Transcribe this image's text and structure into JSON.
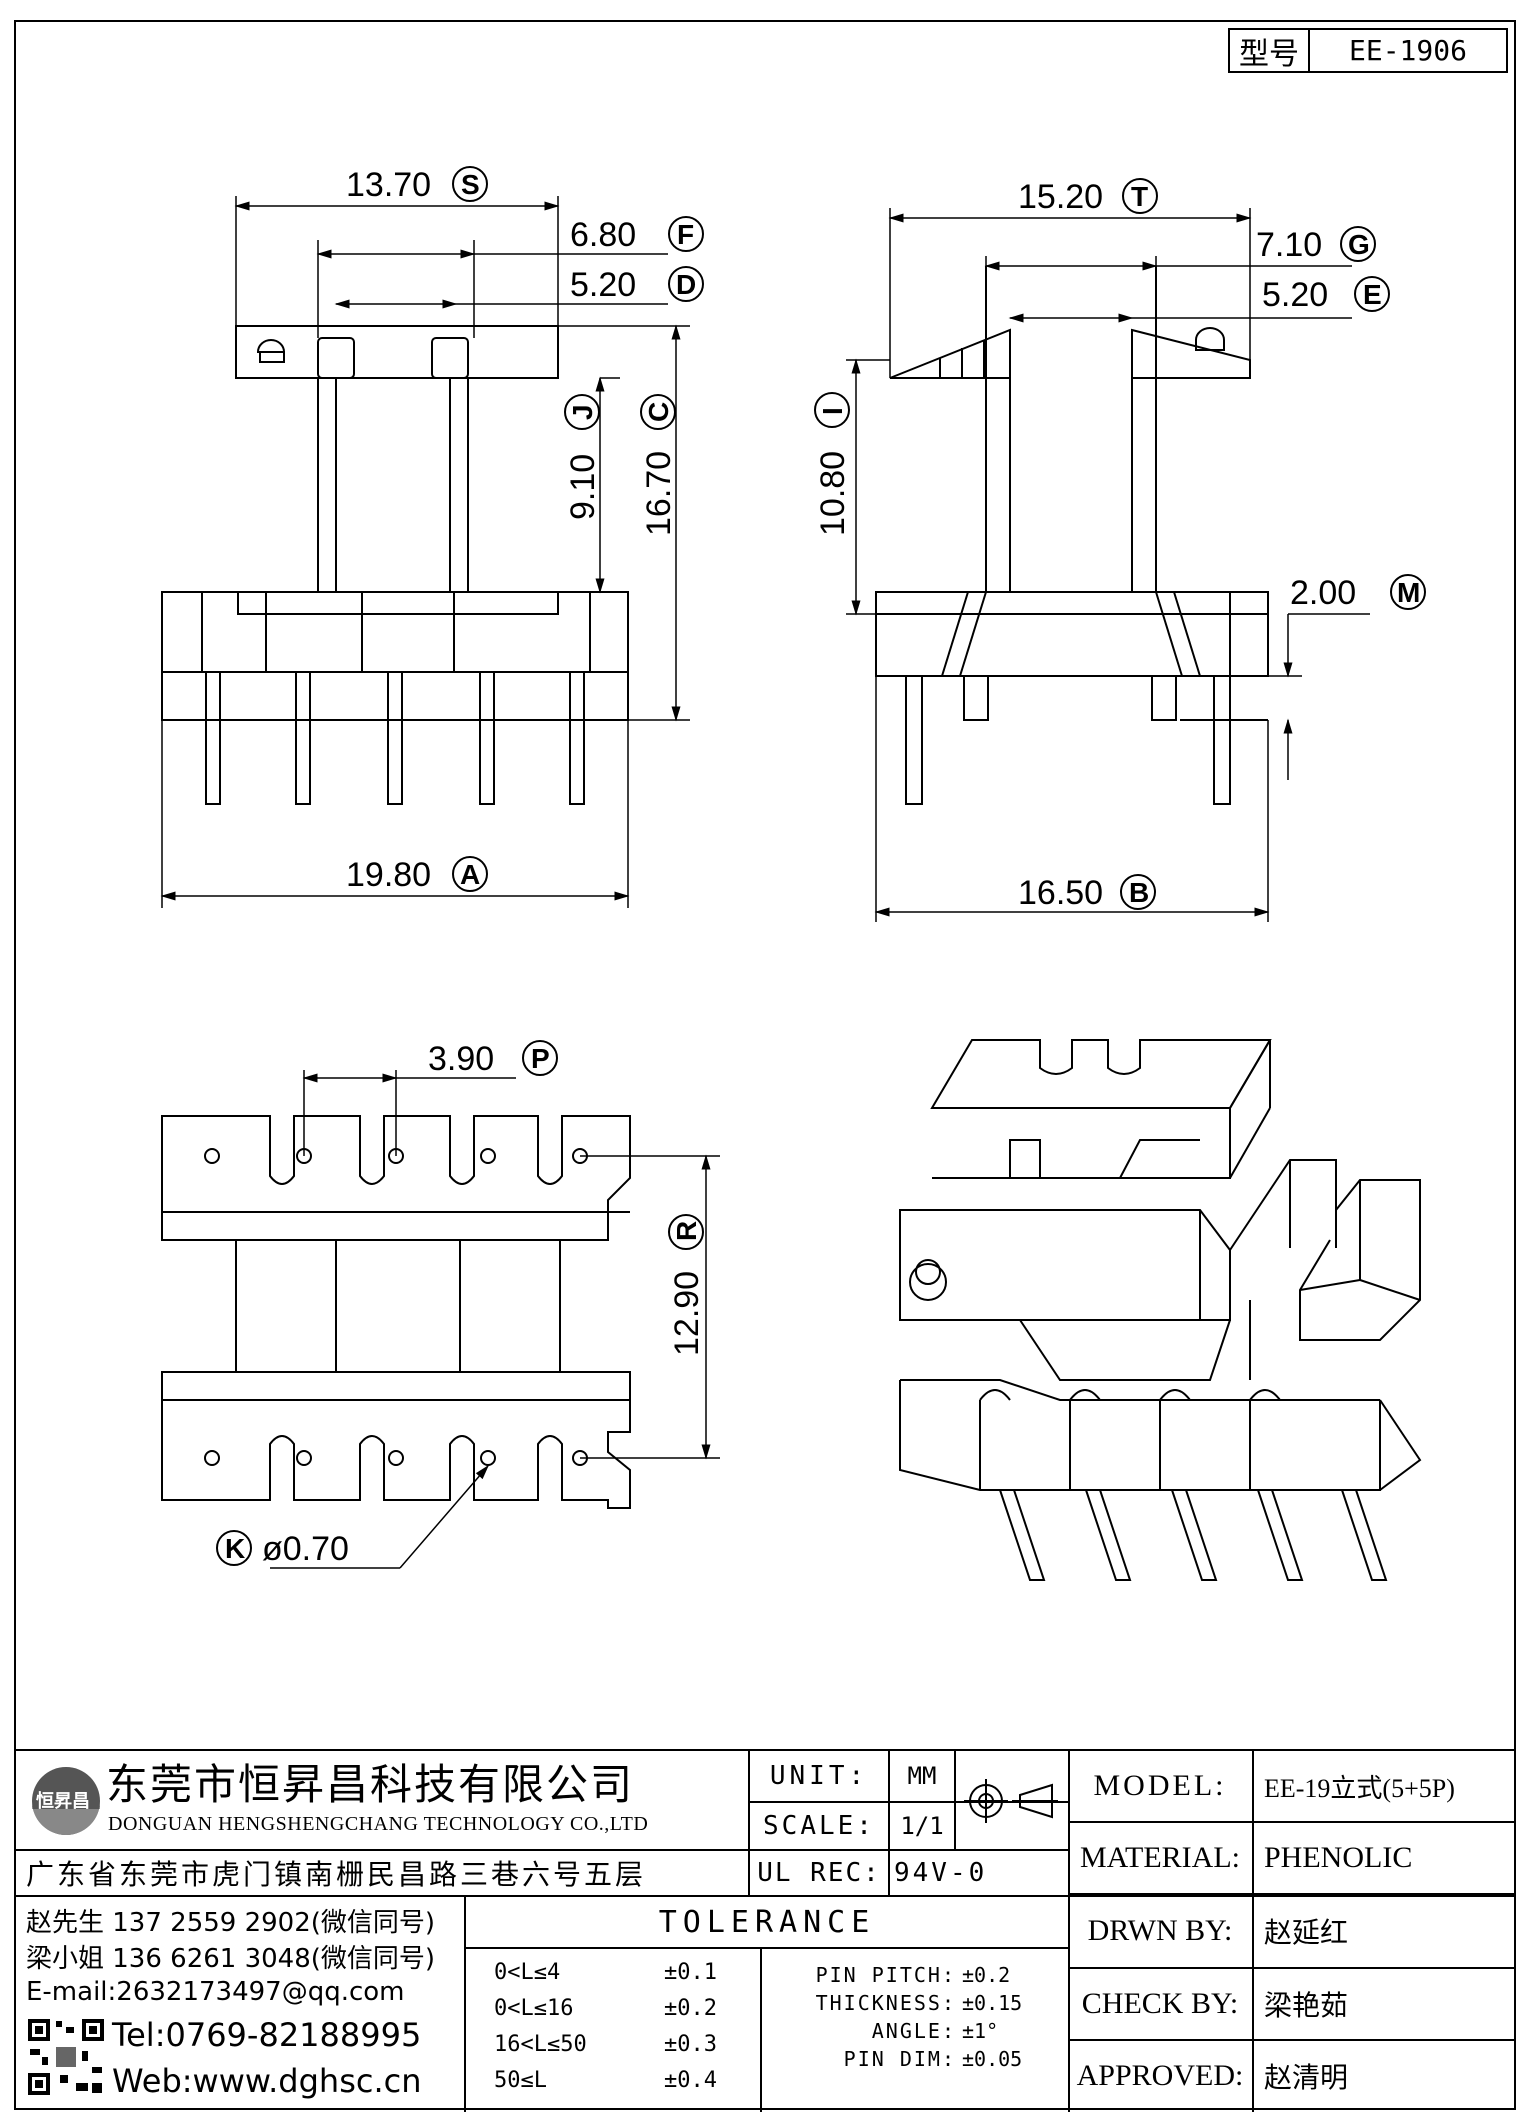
{
  "header": {
    "model_label": "型号",
    "model_value": "EE-1906"
  },
  "views": {
    "front": {
      "dim_a": "19.80",
      "tag_a": "A",
      "dim_s": "13.70",
      "tag_s": "S",
      "dim_f": "6.80",
      "tag_f": "F",
      "dim_d": "5.20",
      "tag_d": "D",
      "dim_j": "9.10",
      "tag_j": "J",
      "dim_c": "16.70",
      "tag_c": "C"
    },
    "side": {
      "dim_t": "15.20",
      "tag_t": "T",
      "dim_g": "7.10",
      "tag_g": "G",
      "dim_e": "5.20",
      "tag_e": "E",
      "dim_i": "10.80",
      "tag_i": "I",
      "dim_m": "2.00",
      "tag_m": "M",
      "dim_b": "16.50",
      "tag_b": "B"
    },
    "top": {
      "dim_p": "3.90",
      "tag_p": "P",
      "dim_r": "12.90",
      "tag_r": "R",
      "dim_k": "ø0.70",
      "tag_k": "K"
    }
  },
  "company": {
    "logo_text": "恒昇昌",
    "name_cn": "东莞市恒昇昌科技有限公司",
    "name_en": "DONGUAN HENGSHENGCHANG TECHNOLOGY CO.,LTD",
    "address": "广东省东莞市虎门镇南栅民昌路三巷六号五层",
    "contacts": [
      "赵先生 137 2559 2902(微信同号)",
      "梁小姐 136 6261 3048(微信同号)",
      "E-mail:2632173497@qq.com"
    ],
    "tel": "Tel:0769-82188995",
    "web": "Web:www.dghsc.cn"
  },
  "specs": {
    "unit_label": "UNIT:",
    "unit_value": "MM",
    "scale_label": "SCALE:",
    "scale_value": "1/1",
    "ul_label": "UL REC:",
    "ul_value": "94V-0"
  },
  "tolerance": {
    "title": "TOLERANCE",
    "ranges": [
      {
        "range": "0<L≤4",
        "tol": "±0.1"
      },
      {
        "range": "0<L≤16",
        "tol": "±0.2"
      },
      {
        "range": "16<L≤50",
        "tol": "±0.3"
      },
      {
        "range": "50≤L",
        "tol": "±0.4"
      }
    ],
    "others": [
      {
        "label": "PIN PITCH:",
        "tol": "±0.2"
      },
      {
        "label": "THICKNESS:",
        "tol": "±0.15"
      },
      {
        "label": "ANGLE:",
        "tol": "±1°"
      },
      {
        "label": "PIN DIM:",
        "tol": "±0.05"
      }
    ]
  },
  "info": [
    {
      "label": "MODEL:",
      "value": "EE-19立式(5+5P)"
    },
    {
      "label": "MATERIAL:",
      "value": "PHENOLIC"
    },
    {
      "label": "DRWN BY:",
      "value": "赵延红"
    },
    {
      "label": "CHECK BY:",
      "value": "梁艳茹"
    },
    {
      "label": "APPROVED:",
      "value": "赵清明"
    }
  ]
}
